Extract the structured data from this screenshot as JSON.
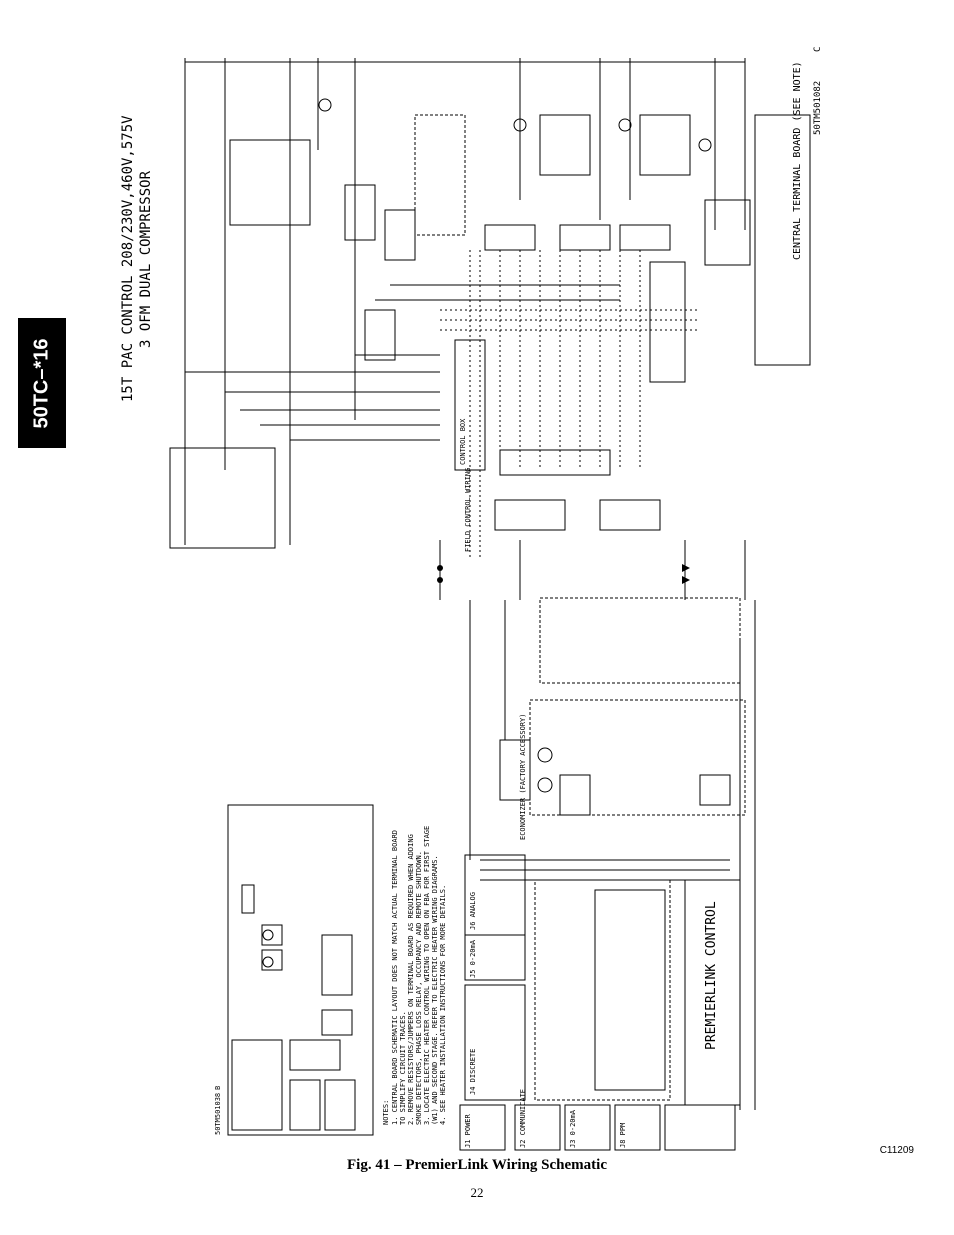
{
  "side_tab": "50TC–*16",
  "title_line1": "15T PAC CONTROL 208/230V,460V,575V",
  "title_line2": "3 OFM DUAL COMPRESSOR",
  "drawing_number": "50TM501082",
  "drawing_rev": "C",
  "central_board_label": "CENTRAL TERMINAL BOARD (SEE NOTE)",
  "premierlink_label": "PREMIERLINK CONTROL",
  "field_control_wiring": "FIELD CONTROL WIRING",
  "control_box_label": "CONTROL BOX",
  "economizer_label": "ECONOMIZER (FACTORY ACCESSORY)",
  "notes_title": "NOTES:",
  "notes": [
    "1. CENTRAL BOARD SCHEMATIC LAYOUT DOES NOT MATCH ACTUAL TERMINAL BOARD",
    "   TO SIMPLIFY CIRCUIT TRACES.",
    "2. REMOVE RESISTORS/JUMPERS ON TERMINAL BOARD AS REQUIRED WHEN ADDING",
    "   SMOKE DETECTORS, PHASE LOSS RELAY, OCCUPANCY AND REMOTE SHUTDOWN.",
    "3. LOCATE ELECTRIC HEATER CONTROL WIRING TO OPEN ON FBA FOR FIRST STAGE",
    "   (W1) AND SECOND STAGE. REFER TO ELECTRIC HEATER WIRING DIAGRAMS.",
    "4. SEE HEATER INSTALLATION INSTRUCTIONS FOR MORE DETAILS."
  ],
  "board_panel_number": "50TM501038",
  "board_panel_rev": "B",
  "connector_labels": [
    "J1 POWER",
    "J2 COMMUNICATE",
    "J3 0-20mA",
    "J4 DISCRETE",
    "J5 0-20mA",
    "J6 ANALOG",
    "J8 PPM"
  ],
  "caption": "Fig. 41 – PremierLink Wiring Schematic",
  "figure_code": "C11209",
  "page_number": "22"
}
